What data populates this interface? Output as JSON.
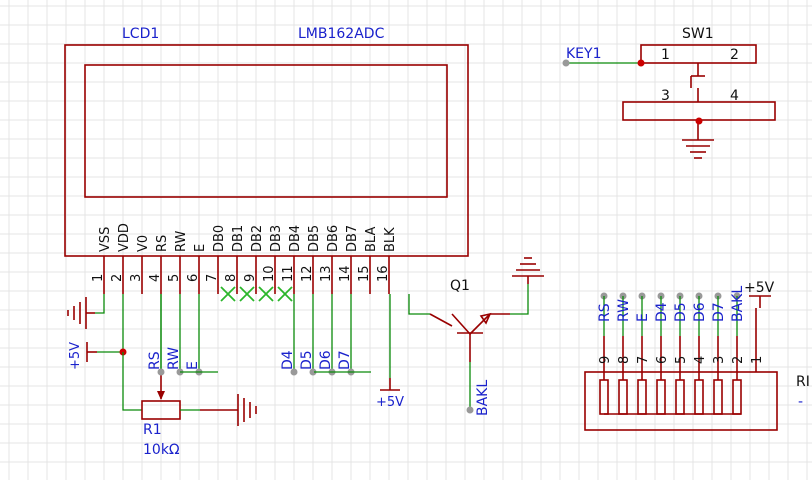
{
  "lcd": {
    "ref": "LCD1",
    "value": "LMB162ADC",
    "pin_names": [
      "VSS",
      "VDD",
      "V0",
      "RS",
      "RW",
      "E",
      "DB0",
      "DB1",
      "DB2",
      "DB3",
      "DB4",
      "DB5",
      "DB6",
      "DB7",
      "BLA",
      "BLK"
    ],
    "pin_numbers": [
      "1",
      "2",
      "3",
      "4",
      "5",
      "6",
      "7",
      "8",
      "9",
      "10",
      "11",
      "12",
      "13",
      "14",
      "15",
      "16"
    ]
  },
  "switch": {
    "ref": "SW1",
    "net": "KEY1",
    "pins": [
      "1",
      "2",
      "3",
      "4"
    ]
  },
  "transistor": {
    "ref": "Q1",
    "net": "BAKL"
  },
  "pot": {
    "ref": "R1",
    "value": "10kΩ"
  },
  "power": {
    "plus5v": "+5V"
  },
  "lcd_nets": [
    "RS",
    "RW",
    "E",
    "D4",
    "D5",
    "D6",
    "D7"
  ],
  "header": {
    "net_labels": [
      "RS",
      "RW",
      "E",
      "D4",
      "D5",
      "D6",
      "D7",
      "BAKL"
    ],
    "pin_numbers": [
      "9",
      "8",
      "7",
      "6",
      "5",
      "4",
      "3",
      "2",
      "1"
    ],
    "power_label": "+5V",
    "ref_fragment": "RI",
    "value_fragment": "-"
  },
  "colors": {
    "symbol": "#990000",
    "wire": "#0a8a0a",
    "label": "#1a22cc",
    "grid": "#e4e4e4"
  }
}
